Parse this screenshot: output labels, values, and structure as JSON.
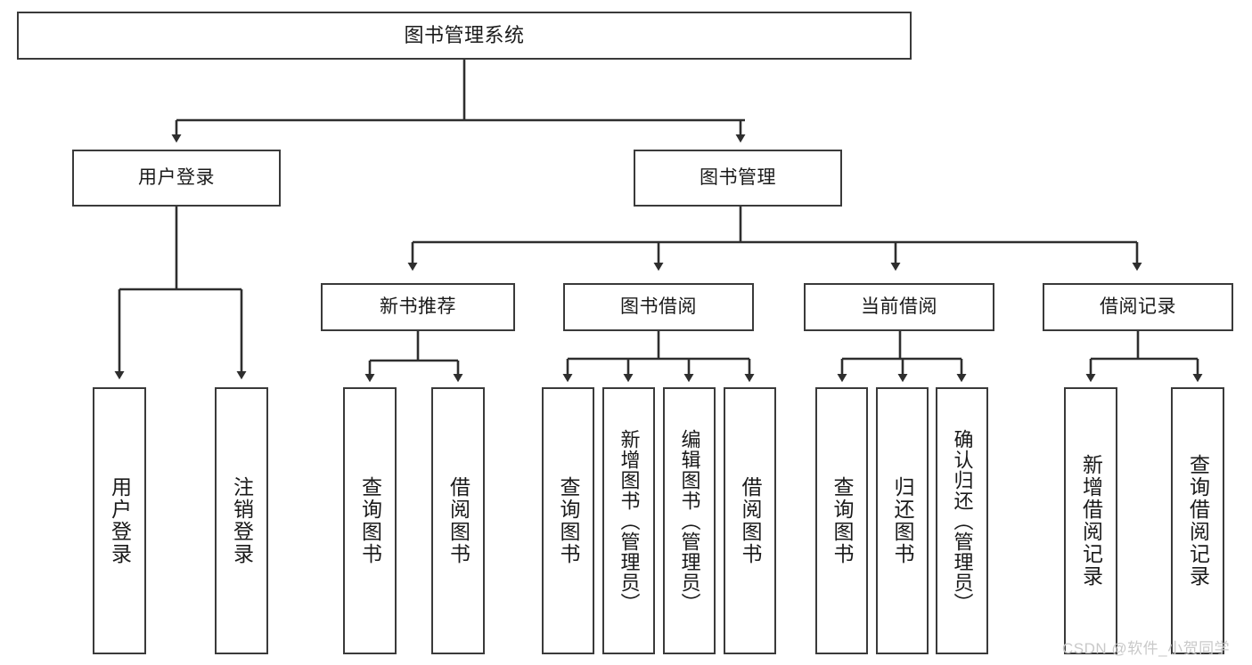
{
  "diagram": {
    "title": "图书管理系统",
    "type": "tree-hierarchy-chart",
    "line_color": "#3a3a3a",
    "box_fill": "#ffffff",
    "text_color": "#1a1a1a",
    "watermark": "CSDN @软件_小贺同学",
    "nodes": {
      "root": {
        "label": "图书管理系统"
      },
      "level2": [
        {
          "label": "用户登录"
        },
        {
          "label": "图书管理"
        }
      ],
      "level3": [
        {
          "label": "新书推荐"
        },
        {
          "label": "图书借阅"
        },
        {
          "label": "当前借阅"
        },
        {
          "label": "借阅记录"
        }
      ],
      "leaves": {
        "user_login": [
          {
            "label": "用户登录"
          },
          {
            "label": "注销登录"
          }
        ],
        "new_book_recommend": [
          {
            "label": "查询图书"
          },
          {
            "label": "借阅图书"
          }
        ],
        "book_borrow": [
          {
            "label": "查询图书"
          },
          {
            "label": "新增图书（管理员）"
          },
          {
            "label": "编辑图书（管理员）"
          },
          {
            "label": "借阅图书"
          }
        ],
        "current_borrow": [
          {
            "label": "查询图书"
          },
          {
            "label": "归还图书"
          },
          {
            "label": "确认归还（管理员）"
          }
        ],
        "borrow_record": [
          {
            "label": "新增借阅记录"
          },
          {
            "label": "查询借阅记录"
          }
        ]
      }
    }
  }
}
